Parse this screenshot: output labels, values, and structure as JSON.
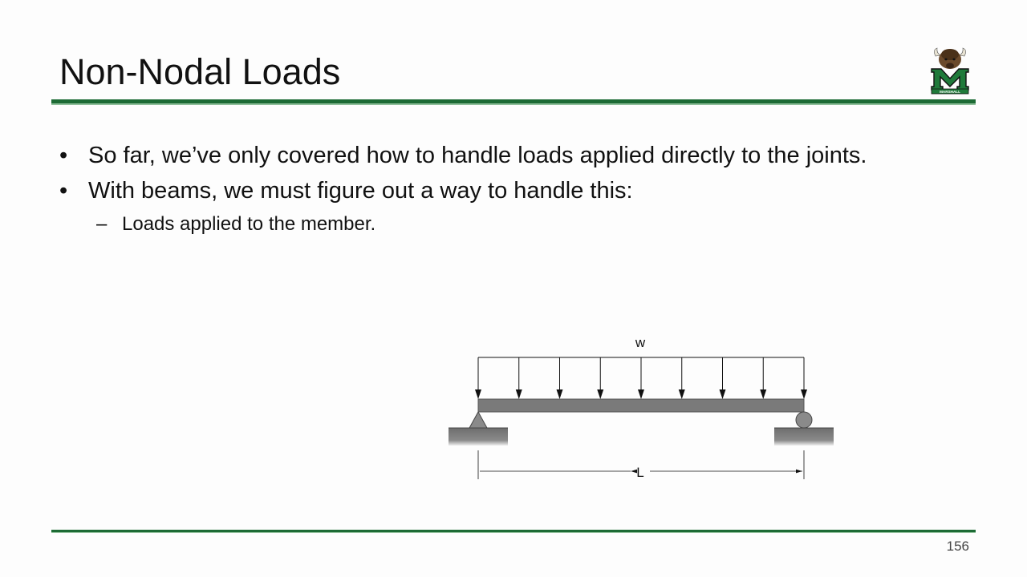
{
  "slide": {
    "title": "Non-Nodal Loads",
    "logo_icon": "marshall-bison-logo-icon",
    "logo_text": "MARSHALL",
    "bullets": [
      "So far, we’ve only covered how to handle loads applied directly to the joints.",
      "With beams, we must figure out a way to handle this:"
    ],
    "bullet_symbol": "•",
    "sub_symbol": "–",
    "sub_bullets": [
      "Loads applied to the member."
    ],
    "page_number": "156"
  },
  "diagram": {
    "load_label": "w",
    "length_label": "L",
    "load_arrow_count": 9,
    "icons": [
      "pin-support-icon",
      "roller-support-icon"
    ]
  },
  "colors": {
    "accent_green": "#1d6b35",
    "light_green": "#8fbf9a",
    "beam_gray": "#7a7a7a"
  }
}
